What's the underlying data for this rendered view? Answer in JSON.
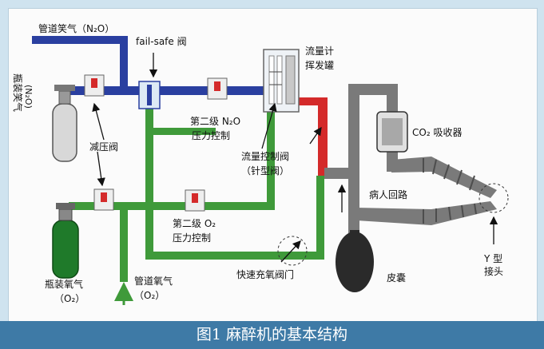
{
  "labels": {
    "pipeline_n2o": "管道笑气（N₂O）",
    "fail_safe": "fail-safe 阀",
    "bottle_n2o_line1": "瓶装笑气",
    "bottle_n2o_line2": "(N₂O)",
    "flowmeter": "流量计",
    "vaporizer": "挥发罐",
    "reducer": "减压阀",
    "n2o_stage2_line1": "第二级 N₂O",
    "n2o_stage2_line2": "压力控制",
    "flow_valve_line1": "流量控制阀",
    "flow_valve_line2": "（针型阀）",
    "co2_absorber": "CO₂ 吸收器",
    "patient_circuit": "病人回路",
    "o2_stage2_line1": "第二级 O₂",
    "o2_stage2_line2": "压力控制",
    "bottle_o2_line1": "瓶装氧气",
    "bottle_o2_line2": "（O₂）",
    "pipeline_o2_line1": "管道氧气",
    "pipeline_o2_line2": "（O₂）",
    "flush_valve": "快速充氧阀门",
    "bag": "皮囊",
    "y_piece_line1": "Y 型",
    "y_piece_line2": "接头"
  },
  "caption": "图1 麻醉机的基本结构",
  "colors": {
    "n2o_pipe": "#2a3fa0",
    "o2_pipe": "#3f9a3a",
    "circuit_pipe": "#7a7a7a",
    "fresh_gas": "#d42a2a",
    "o2_cylinder": "#1f7a2a",
    "n2o_cylinder": "#d8d8d8",
    "bag": "#2a2a2a"
  }
}
